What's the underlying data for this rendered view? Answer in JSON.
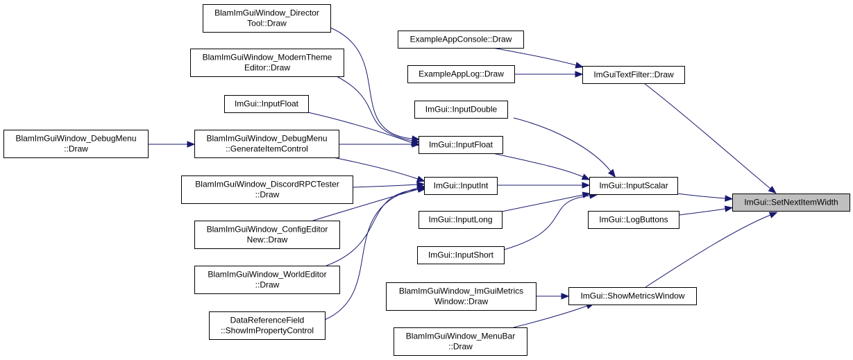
{
  "graph": {
    "focus_node": "setnextitemwidth",
    "edge_color": "#191970",
    "focus_fill": "#bfbfbf",
    "nodes": [
      {
        "id": "setnextitemwidth",
        "lines": [
          "ImGui::SetNextItemWidth"
        ]
      },
      {
        "id": "textfilter_draw",
        "lines": [
          "ImGuiTextFilter::Draw"
        ]
      },
      {
        "id": "inputscalar",
        "lines": [
          "ImGui::InputScalar"
        ]
      },
      {
        "id": "logbuttons",
        "lines": [
          "ImGui::LogButtons"
        ]
      },
      {
        "id": "showmetricswindow",
        "lines": [
          "ImGui::ShowMetricsWindow"
        ]
      },
      {
        "id": "appconsole_draw",
        "lines": [
          "ExampleAppConsole::Draw"
        ]
      },
      {
        "id": "applog_draw",
        "lines": [
          "ExampleAppLog::Draw"
        ]
      },
      {
        "id": "inputdouble",
        "lines": [
          "ImGui::InputDouble"
        ]
      },
      {
        "id": "inputfloat_mid",
        "lines": [
          "ImGui::InputFloat"
        ]
      },
      {
        "id": "inputint",
        "lines": [
          "ImGui::InputInt"
        ]
      },
      {
        "id": "inputlong",
        "lines": [
          "ImGui::InputLong"
        ]
      },
      {
        "id": "inputshort",
        "lines": [
          "ImGui::InputShort"
        ]
      },
      {
        "id": "metricswindow_draw",
        "lines": [
          "BlamImGuiWindow_ImGuiMetrics",
          "Window::Draw"
        ]
      },
      {
        "id": "menubar_draw",
        "lines": [
          "BlamImGuiWindow_MenuBar",
          "::Draw"
        ]
      },
      {
        "id": "directortool_draw",
        "lines": [
          "BlamImGuiWindow_Director",
          "Tool::Draw"
        ]
      },
      {
        "id": "moderntheme_draw",
        "lines": [
          "BlamImGuiWindow_ModernTheme",
          "Editor::Draw"
        ]
      },
      {
        "id": "inputfloat_left",
        "lines": [
          "ImGui::InputFloat"
        ]
      },
      {
        "id": "debugmenu_generate",
        "lines": [
          "BlamImGuiWindow_DebugMenu",
          "::GenerateItemControl"
        ]
      },
      {
        "id": "discordrpc_draw",
        "lines": [
          "BlamImGuiWindow_DiscordRPCTester",
          "::Draw"
        ]
      },
      {
        "id": "configeditor_draw",
        "lines": [
          "BlamImGuiWindow_ConfigEditor",
          "New::Draw"
        ]
      },
      {
        "id": "worldeditor_draw",
        "lines": [
          "BlamImGuiWindow_WorldEditor",
          "::Draw"
        ]
      },
      {
        "id": "datareference_show",
        "lines": [
          "DataReferenceField",
          "::ShowImPropertyControl"
        ]
      },
      {
        "id": "debugmenu_draw",
        "lines": [
          "BlamImGuiWindow_DebugMenu",
          "::Draw"
        ]
      }
    ],
    "edges": [
      {
        "from": "textfilter_draw",
        "to": "setnextitemwidth"
      },
      {
        "from": "inputscalar",
        "to": "setnextitemwidth"
      },
      {
        "from": "logbuttons",
        "to": "setnextitemwidth"
      },
      {
        "from": "showmetricswindow",
        "to": "setnextitemwidth"
      },
      {
        "from": "appconsole_draw",
        "to": "textfilter_draw"
      },
      {
        "from": "applog_draw",
        "to": "textfilter_draw"
      },
      {
        "from": "inputdouble",
        "to": "inputscalar"
      },
      {
        "from": "inputfloat_mid",
        "to": "inputscalar"
      },
      {
        "from": "inputint",
        "to": "inputscalar"
      },
      {
        "from": "inputlong",
        "to": "inputscalar"
      },
      {
        "from": "inputshort",
        "to": "inputscalar"
      },
      {
        "from": "metricswindow_draw",
        "to": "showmetricswindow"
      },
      {
        "from": "menubar_draw",
        "to": "showmetricswindow"
      },
      {
        "from": "directortool_draw",
        "to": "inputfloat_mid"
      },
      {
        "from": "moderntheme_draw",
        "to": "inputfloat_mid"
      },
      {
        "from": "inputfloat_left",
        "to": "inputfloat_mid"
      },
      {
        "from": "debugmenu_generate",
        "to": "inputfloat_mid"
      },
      {
        "from": "debugmenu_generate",
        "to": "inputint"
      },
      {
        "from": "discordrpc_draw",
        "to": "inputint"
      },
      {
        "from": "configeditor_draw",
        "to": "inputint"
      },
      {
        "from": "worldeditor_draw",
        "to": "inputint"
      },
      {
        "from": "datareference_show",
        "to": "inputint"
      },
      {
        "from": "debugmenu_draw",
        "to": "debugmenu_generate"
      }
    ]
  }
}
